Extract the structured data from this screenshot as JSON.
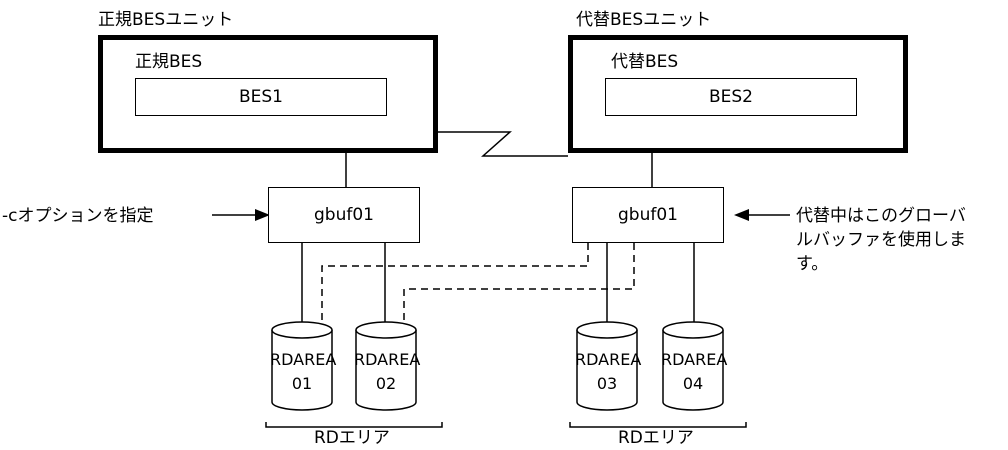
{
  "primary_unit": {
    "title": "正規BESユニット",
    "subtitle": "正規BES",
    "bes": "BES1"
  },
  "alternate_unit": {
    "title": "代替BESユニット",
    "subtitle": "代替BES",
    "bes": "BES2"
  },
  "left_buffer": "gbuf01",
  "right_buffer": "gbuf01",
  "left_note": "-cオプションを指定",
  "right_note": [
    "代替中はこのグローバ",
    "ルバッファを使用しま",
    "す。"
  ],
  "rdareas": [
    {
      "line1": "RDAREA",
      "line2": "01"
    },
    {
      "line1": "RDAREA",
      "line2": "02"
    },
    {
      "line1": "RDAREA",
      "line2": "03"
    },
    {
      "line1": "RDAREA",
      "line2": "04"
    }
  ],
  "group_labels": [
    "RDエリア",
    "RDエリア"
  ]
}
